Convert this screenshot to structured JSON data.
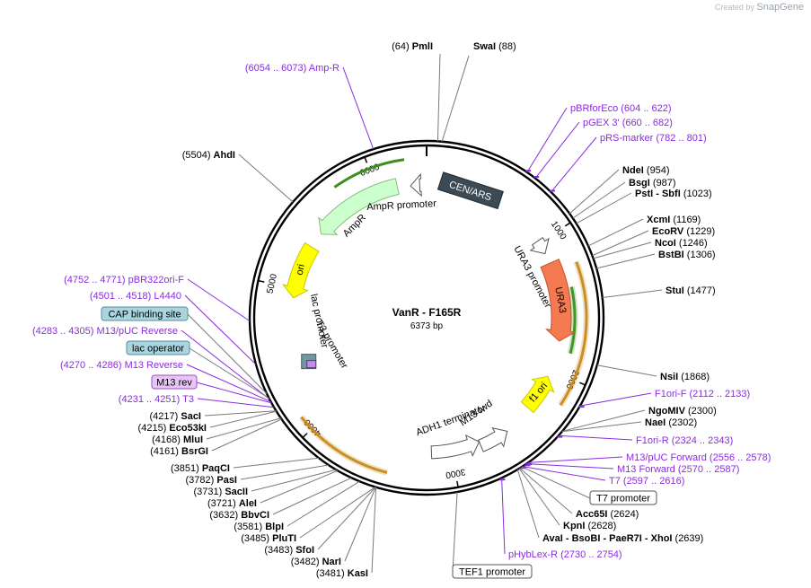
{
  "watermark": {
    "prefix": "Created by",
    "brand": "SnapGene"
  },
  "plasmid": {
    "name": "VanR - F165R",
    "size": "6373 bp"
  },
  "colors": {
    "feature_label": "#8a2be2",
    "enzyme_line": "#7a7a7a",
    "ori": "#ffff00",
    "ampr": "#ccffcc",
    "ura3": "#f47a52",
    "cen_ars": "#3b4a55",
    "orf_orange": "#c88a1a",
    "orf_green": "#3c8f1c"
  },
  "tick_labels": [
    "1000",
    "2000",
    "3000",
    "4000",
    "5000",
    "6000"
  ],
  "enzymes_top": [
    {
      "pos": "(64)",
      "name": "PmlI"
    },
    {
      "name": "SwaI",
      "pos": "(88)"
    }
  ],
  "enzymes_right": [
    {
      "name": "NdeI",
      "pos": "(954)"
    },
    {
      "name": "BsgI",
      "pos": "(987)"
    },
    {
      "name": "PstI",
      "extra": "- SbfI",
      "pos": "(1023)"
    },
    {
      "name": "XcmI",
      "pos": "(1169)"
    },
    {
      "name": "EcoRV",
      "pos": "(1229)"
    },
    {
      "name": "NcoI",
      "pos": "(1246)"
    },
    {
      "name": "BstBI",
      "pos": "(1306)"
    },
    {
      "name": "StuI",
      "pos": "(1477)"
    },
    {
      "name": "NsiI",
      "pos": "(1868)"
    },
    {
      "name": "NgoMIV",
      "pos": "(2300)"
    },
    {
      "name": "NaeI",
      "pos": "(2302)"
    },
    {
      "name": "Acc65I",
      "pos": "(2624)"
    },
    {
      "name": "KpnI",
      "pos": "(2628)"
    },
    {
      "name": "AvaI",
      "extra": "- BsoBI  - PaeR7I  - XhoI",
      "pos": "(2639)"
    }
  ],
  "enzymes_left": [
    {
      "pos": "(5504)",
      "name": "AhdI"
    },
    {
      "pos": "(4217)",
      "name": "SacI"
    },
    {
      "pos": "(4215)",
      "name": "Eco53kI"
    },
    {
      "pos": "(4168)",
      "name": "MluI"
    },
    {
      "pos": "(4161)",
      "name": "BsrGI"
    },
    {
      "pos": "(3851)",
      "name": "PaqCI"
    },
    {
      "pos": "(3782)",
      "name": "PasI"
    },
    {
      "pos": "(3731)",
      "name": "SacII"
    },
    {
      "pos": "(3721)",
      "name": "AleI"
    },
    {
      "pos": "(3632)",
      "name": "BbvCI"
    },
    {
      "pos": "(3581)",
      "name": "BlpI"
    },
    {
      "pos": "(3485)",
      "name": "PluTI"
    },
    {
      "pos": "(3483)",
      "name": "SfoI"
    },
    {
      "pos": "(3482)",
      "name": "NarI"
    },
    {
      "pos": "(3481)",
      "name": "KasI"
    }
  ],
  "primers_right": [
    {
      "name": "pBRforEco",
      "range": "(604 .. 622)"
    },
    {
      "name": "pGEX 3'",
      "range": "(660 .. 682)"
    },
    {
      "name": "pRS-marker",
      "range": "(782 .. 801)"
    },
    {
      "name": "F1ori-F",
      "range": "(2112 .. 2133)"
    },
    {
      "name": "F1ori-R",
      "range": "(2324 .. 2343)"
    },
    {
      "name": "M13/pUC Forward",
      "range": "(2556 .. 2578)"
    },
    {
      "name": "M13 Forward",
      "range": "(2570 .. 2587)"
    },
    {
      "name": "T7",
      "range": "(2597 .. 2616)"
    },
    {
      "name": "pHybLex-R",
      "range": "(2730 .. 2754)"
    }
  ],
  "primers_left": [
    {
      "range": "(6054 .. 6073)",
      "name": "Amp-R"
    },
    {
      "range": "(4752 .. 4771)",
      "name": "pBR322ori-F"
    },
    {
      "range": "(4501 .. 4518)",
      "name": "L4440"
    },
    {
      "range": "(4283 .. 4305)",
      "name": "M13/pUC Reverse"
    },
    {
      "range": "(4270 .. 4286)",
      "name": "M13 Reverse"
    },
    {
      "range": "(4231 .. 4251)",
      "name": "T3"
    }
  ],
  "boxed_features": {
    "cap_binding_site": "CAP binding site",
    "lac_operator": "lac operator",
    "m13_rev": "M13 rev",
    "t7_promoter": "T7 promoter",
    "tef1_promoter": "TEF1 promoter"
  },
  "inner_features": {
    "cen_ars": "CEN/ARS",
    "ampr_promoter": "AmpR promoter",
    "ampr": "AmpR",
    "ura3_promoter": "URA3 promoter",
    "ura3": "URA3",
    "ori": "ori",
    "lac_promoter": "lac promoter",
    "t3_promoter": "T3 promoter",
    "f1_ori": "f1 ori",
    "m13_fwd": "M13 fwd",
    "adh1_terminator": "ADH1 terminator"
  }
}
